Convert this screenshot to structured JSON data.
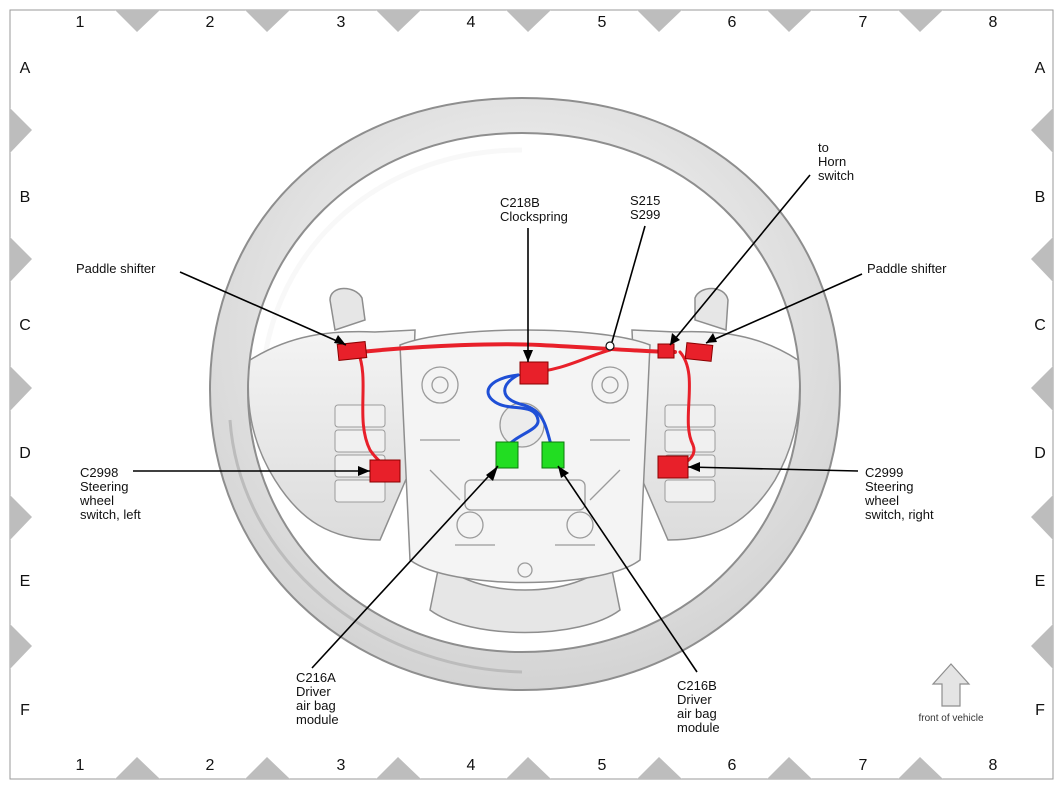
{
  "grid": {
    "columns": [
      "1",
      "2",
      "3",
      "4",
      "5",
      "6",
      "7",
      "8"
    ],
    "rows": [
      "A",
      "B",
      "C",
      "D",
      "E",
      "F"
    ]
  },
  "callouts": {
    "clockspring": [
      "C218B",
      "Clockspring"
    ],
    "splice": [
      "S215",
      "S299"
    ],
    "horn": [
      "to",
      "Horn",
      "switch"
    ],
    "paddle_left": [
      "Paddle shifter"
    ],
    "paddle_right": [
      "Paddle shifter"
    ],
    "switch_left": [
      "C2998",
      "Steering",
      "wheel",
      "switch, left"
    ],
    "switch_right": [
      "C2999",
      "Steering",
      "wheel",
      "switch, right"
    ],
    "airbag_a": [
      "C216A",
      "Driver",
      "air bag",
      "module"
    ],
    "airbag_b": [
      "C216B",
      "Driver",
      "air bag",
      "module"
    ]
  },
  "front_indicator": {
    "label": "front of vehicle",
    "icon": "up-arrow-icon"
  },
  "colors": {
    "harness_red": "#e8202a",
    "harness_blue": "#1f4fd6",
    "connector_green": "#22dd22",
    "wheel": "#e4e4e4"
  }
}
